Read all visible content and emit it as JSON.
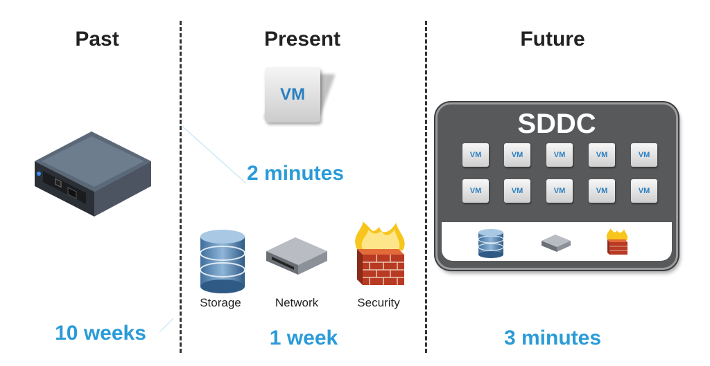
{
  "columns": {
    "past": {
      "title": "Past",
      "timing": "10 weeks"
    },
    "present": {
      "title": "Present",
      "vm_label": "VM",
      "vm_timing": "2 minutes",
      "timing": "1 week",
      "resources": {
        "storage": "Storage",
        "network": "Network",
        "security": "Security"
      }
    },
    "future": {
      "title": "Future",
      "box_title": "SDDC",
      "vm_label": "VM",
      "timing": "3 minutes"
    }
  },
  "colors": {
    "accent": "#2a9bd8",
    "box": "#58595b",
    "text": "#222222"
  },
  "icons": [
    "server-icon",
    "vm-icon",
    "storage-icon",
    "network-switch-icon",
    "firewall-icon"
  ]
}
